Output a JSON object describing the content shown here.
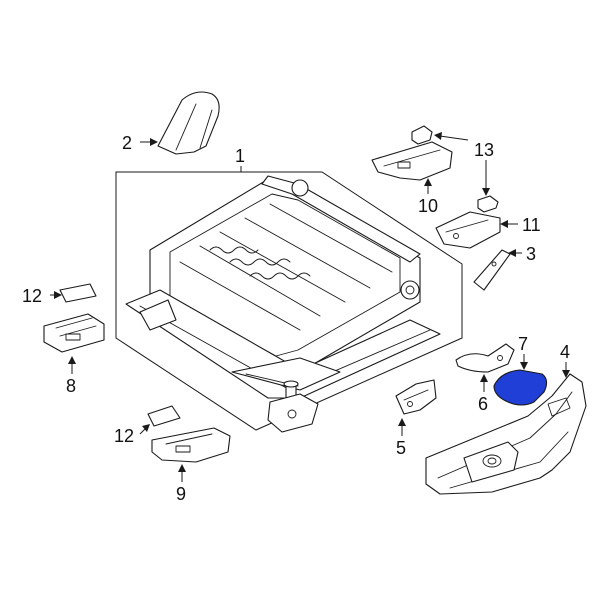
{
  "colors": {
    "highlight": "#1f3fd6",
    "line": "#1a1a1a",
    "background": "#ffffff"
  },
  "callouts": {
    "c1": "1",
    "c2": "2",
    "c3": "3",
    "c4": "4",
    "c5": "5",
    "c6": "6",
    "c7": "7",
    "c8": "8",
    "c9": "9",
    "c10": "10",
    "c11": "11",
    "c12a": "12",
    "c12b": "12",
    "c13": "13"
  },
  "highlighted_part": "7"
}
